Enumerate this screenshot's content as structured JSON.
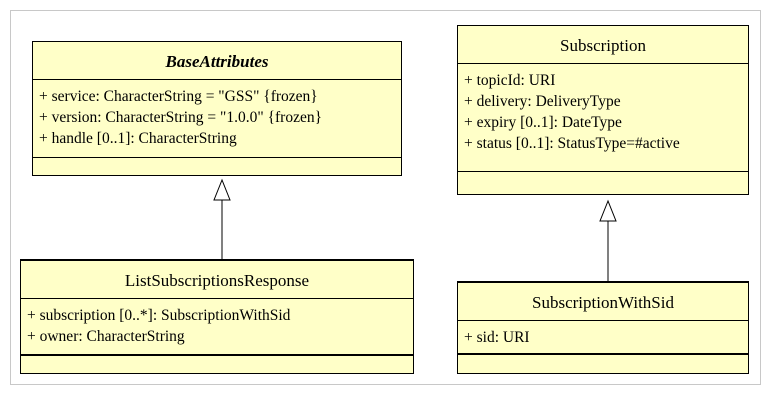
{
  "classes": {
    "base_attributes": {
      "name": "BaseAttributes",
      "attributes": [
        "+ service: CharacterString = \"GSS\" {frozen}",
        "+ version: CharacterString = \"1.0.0\" {frozen}",
        "+ handle [0..1]: CharacterString"
      ]
    },
    "subscription": {
      "name": "Subscription",
      "attributes": [
        "+ topicId: URI",
        "+ delivery: DeliveryType",
        "+ expiry [0..1]: DateType",
        "+ status [0..1]: StatusType=#active"
      ]
    },
    "list_subscriptions_response": {
      "name": "ListSubscriptionsResponse",
      "attributes": [
        "+ subscription [0..*]: SubscriptionWithSid",
        "+ owner: CharacterString"
      ]
    },
    "subscription_with_sid": {
      "name": "SubscriptionWithSid",
      "attributes": [
        "+ sid: URI"
      ]
    }
  },
  "relations": [
    {
      "type": "generalization",
      "from": "ListSubscriptionsResponse",
      "to": "BaseAttributes"
    },
    {
      "type": "generalization",
      "from": "SubscriptionWithSid",
      "to": "Subscription"
    }
  ]
}
